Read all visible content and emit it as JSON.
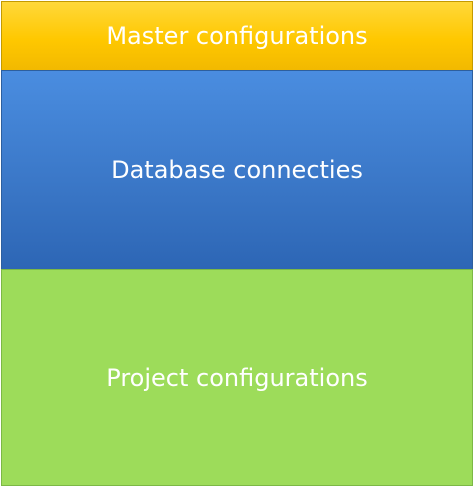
{
  "layers": [
    {
      "label": "Master configurations",
      "color": "#ffc800"
    },
    {
      "label": "Database connecties",
      "color": "#3b78c8"
    },
    {
      "label": "Project configurations",
      "color": "#9ddc5a"
    }
  ]
}
